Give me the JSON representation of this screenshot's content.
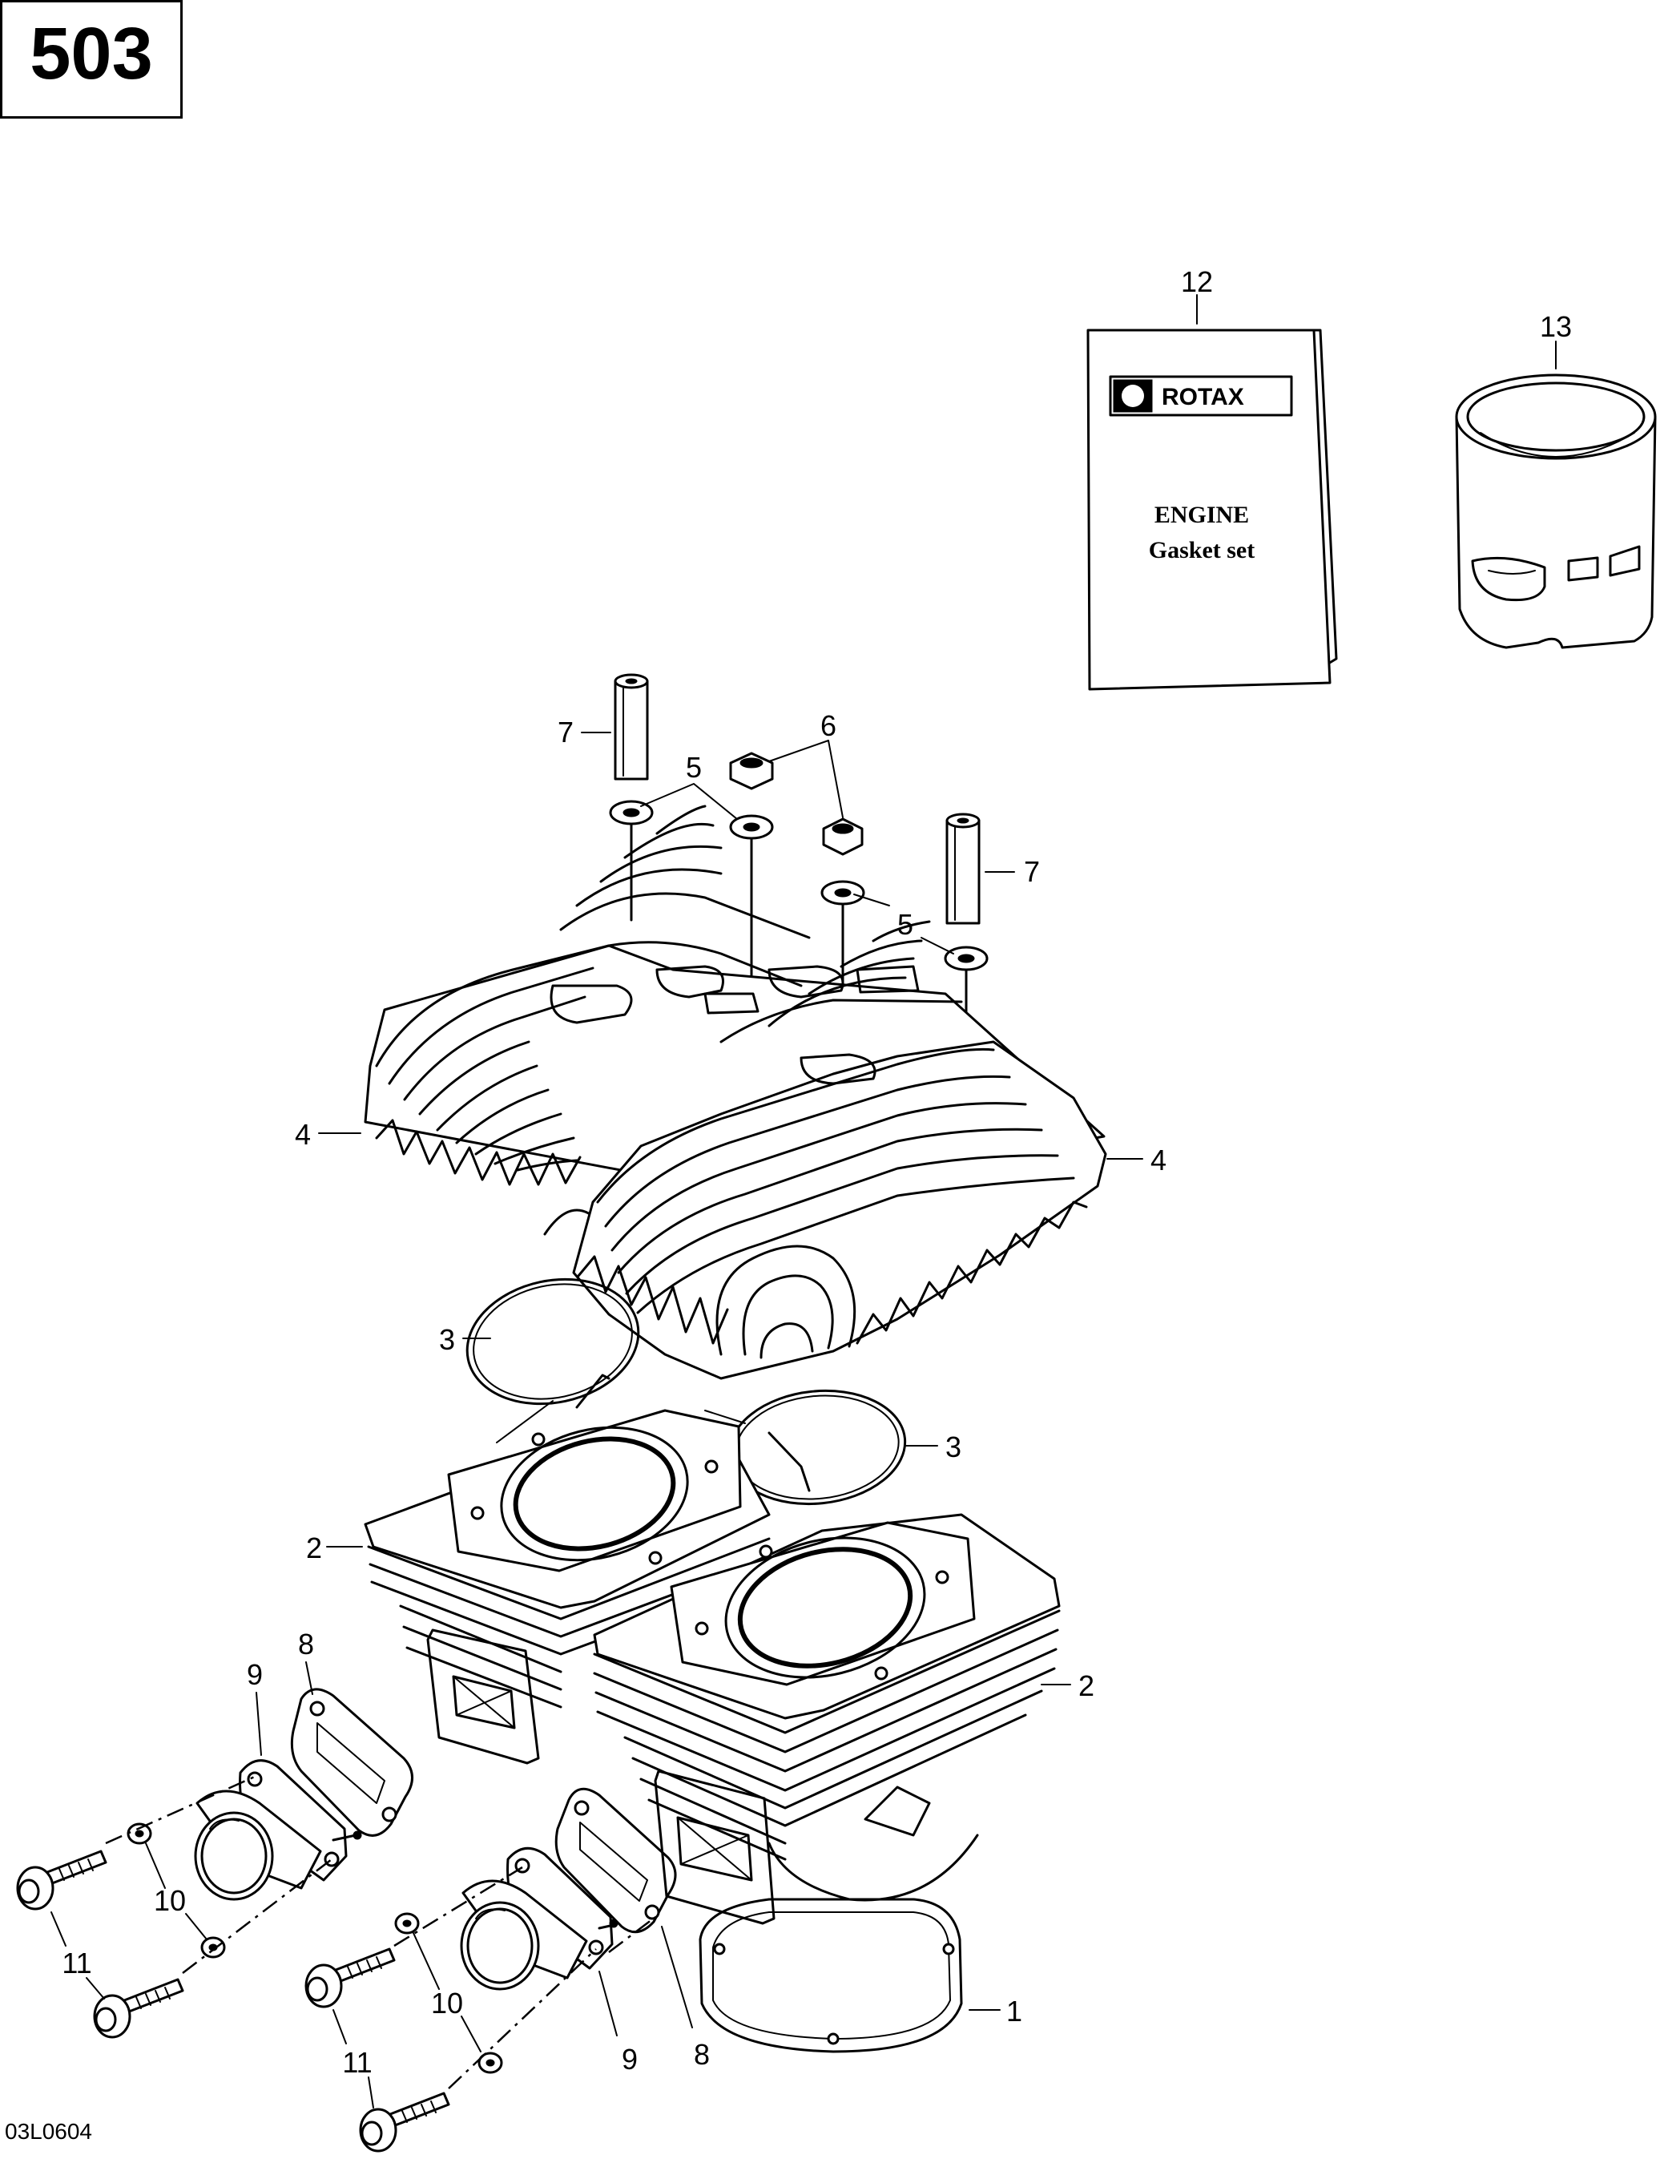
{
  "engine": "503",
  "reference_code": "03L0604",
  "manual": {
    "brand": "ROTAX",
    "line1": "ENGINE",
    "line2": "Gasket set"
  },
  "callouts": {
    "c1": "1",
    "c2": "2",
    "c3": "3",
    "c4": "4",
    "c5": "5",
    "c6": "6",
    "c7": "7",
    "c8": "8",
    "c9": "9",
    "c10": "10",
    "c11": "11",
    "c12": "12",
    "c13": "13"
  }
}
